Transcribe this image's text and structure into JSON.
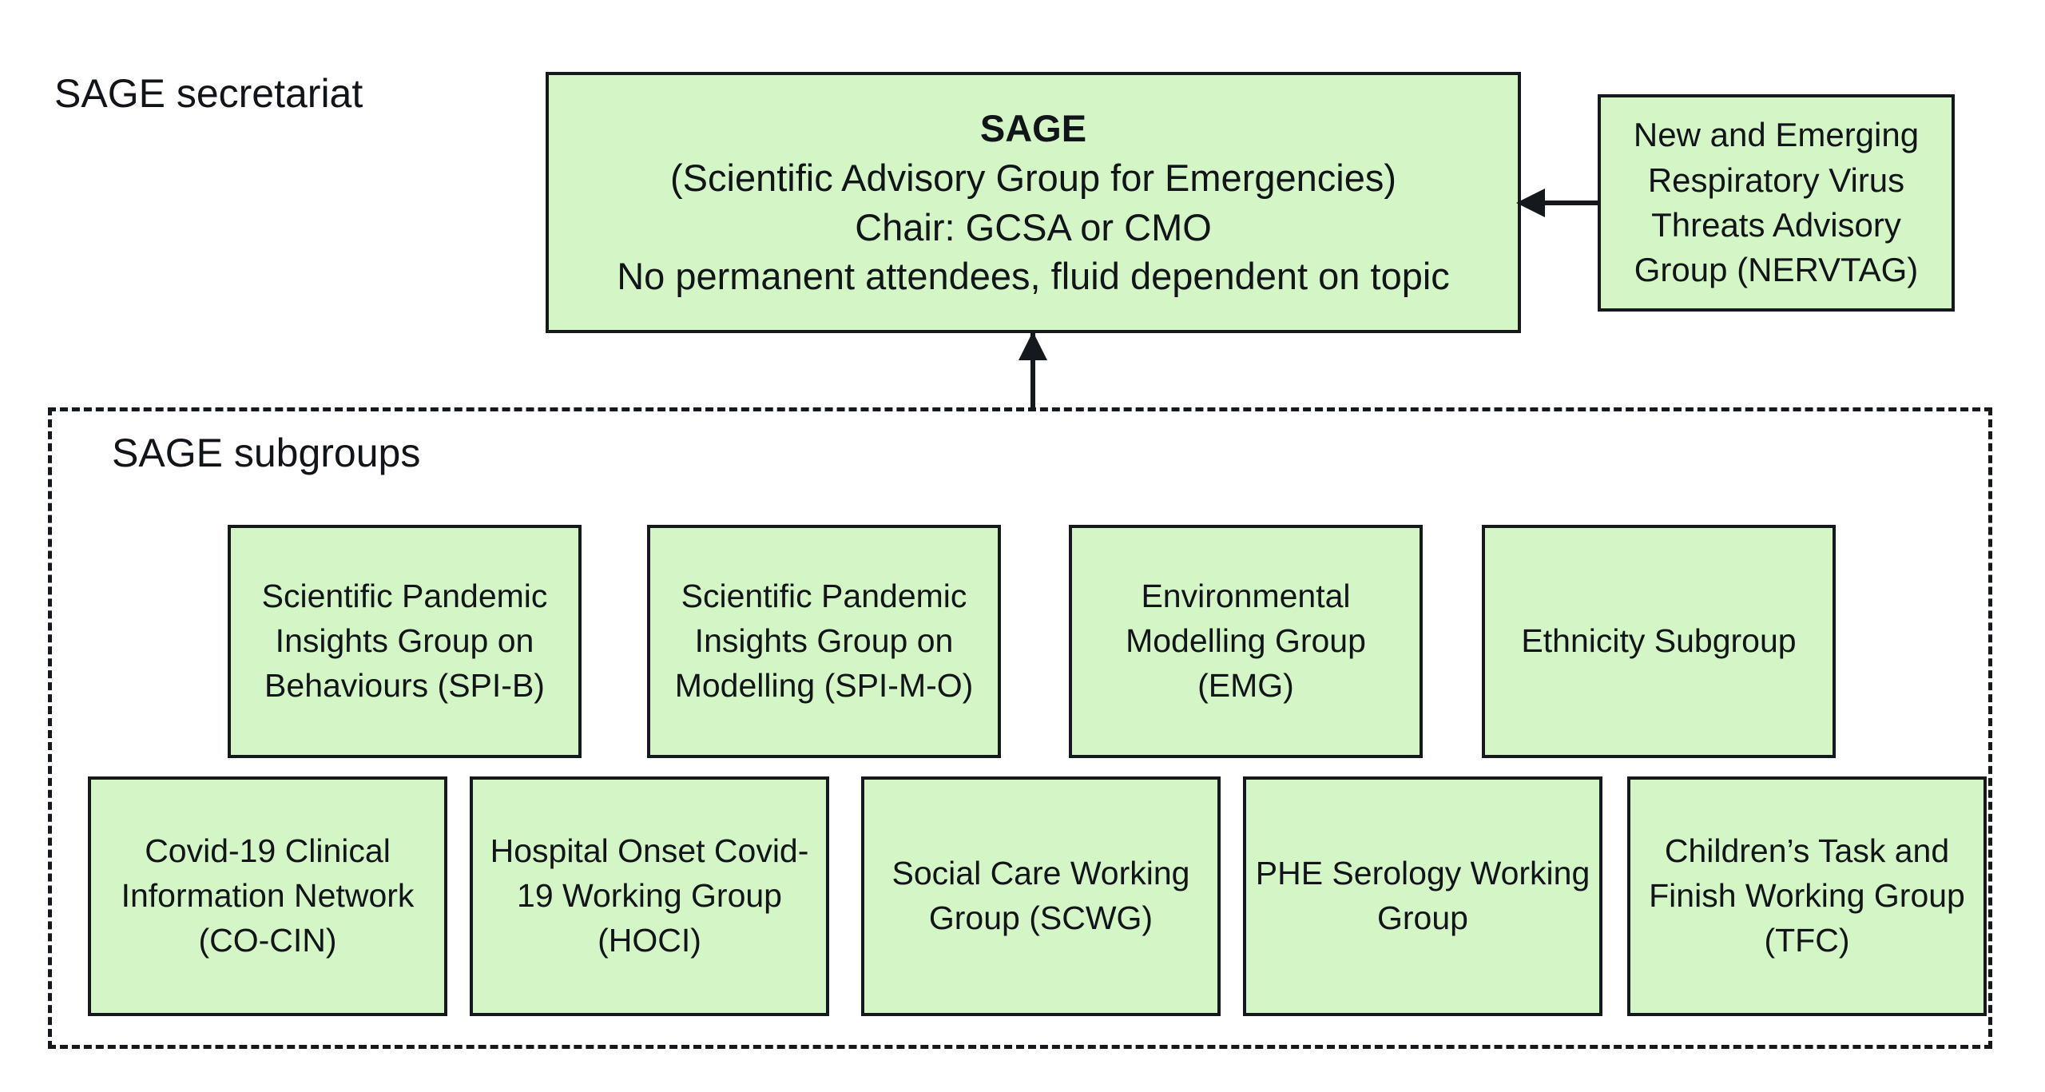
{
  "diagram": {
    "title_label": "SAGE secretariat",
    "subgroups_label": "SAGE subgroups",
    "colors": {
      "node_fill": "#d4f5c6",
      "node_border": "#15181c",
      "text": "#111418",
      "background": "#ffffff"
    }
  },
  "sage": {
    "line1": "SAGE",
    "line2": "(Scientific Advisory Group for Emergencies)",
    "line3": "Chair: GCSA or CMO",
    "line4": "No permanent attendees, fluid dependent on topic"
  },
  "nervtag": {
    "label": "New and Emerging Respiratory Virus Threats Advisory Group (NERVTAG)"
  },
  "subgroups": {
    "row1": [
      {
        "label": "Scientific Pandemic Insights Group on Behaviours (SPI-B)"
      },
      {
        "label": "Scientific Pandemic Insights Group on Modelling (SPI-M-O)"
      },
      {
        "label": "Environmental Modelling Group (EMG)"
      },
      {
        "label": "Ethnicity Subgroup"
      }
    ],
    "row2": [
      {
        "label": "Covid-19 Clinical Information Network (CO-CIN)"
      },
      {
        "label": "Hospital Onset Covid-19 Working Group (HOCI)"
      },
      {
        "label": "Social Care Working Group (SCWG)"
      },
      {
        "label": "PHE Serology Working Group"
      },
      {
        "label": "Children’s Task and Finish Working Group (TFC)"
      }
    ]
  },
  "connectors": {
    "subgroups_to_sage": "arrow-up",
    "nervtag_to_sage": "arrow-left"
  }
}
